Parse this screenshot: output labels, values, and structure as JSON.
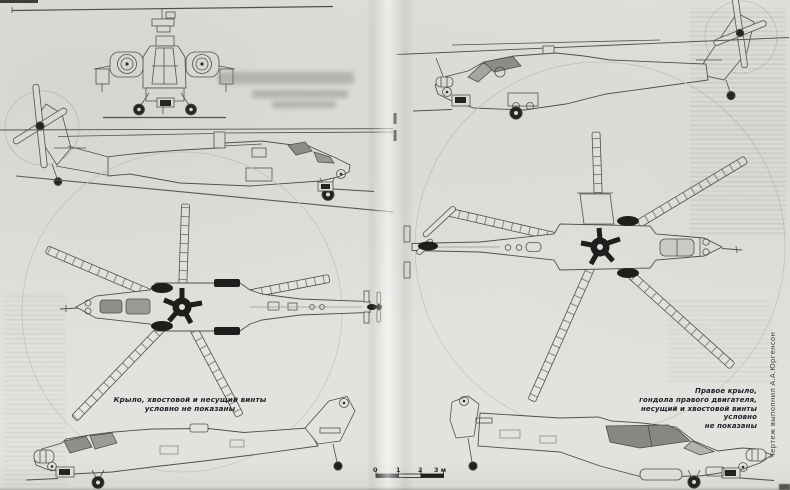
{
  "colors": {
    "paper": "#e3e2de",
    "ink": "#50504a",
    "canopy_dark": "#8f8f8b",
    "canopy_light": "#b3b3af",
    "black_detail": "#1c1c1a"
  },
  "captions": {
    "bottom_plan_note_line1": "Крыло, хвостовой и несущий винты",
    "bottom_plan_note_line2": "условно не показаны",
    "top_plan_note_line1": "Правое крыло,",
    "top_plan_note_line2": "гондола правого двигателя,",
    "top_plan_note_line3": "несущий и хвостовой винты",
    "top_plan_note_line4": "условно",
    "top_plan_note_line5": "не показаны",
    "credit": "Чертеж выполнил А.А.Юргенсон"
  },
  "scale_bar": {
    "ticks": [
      "0",
      "1",
      "2",
      "3 м"
    ]
  }
}
